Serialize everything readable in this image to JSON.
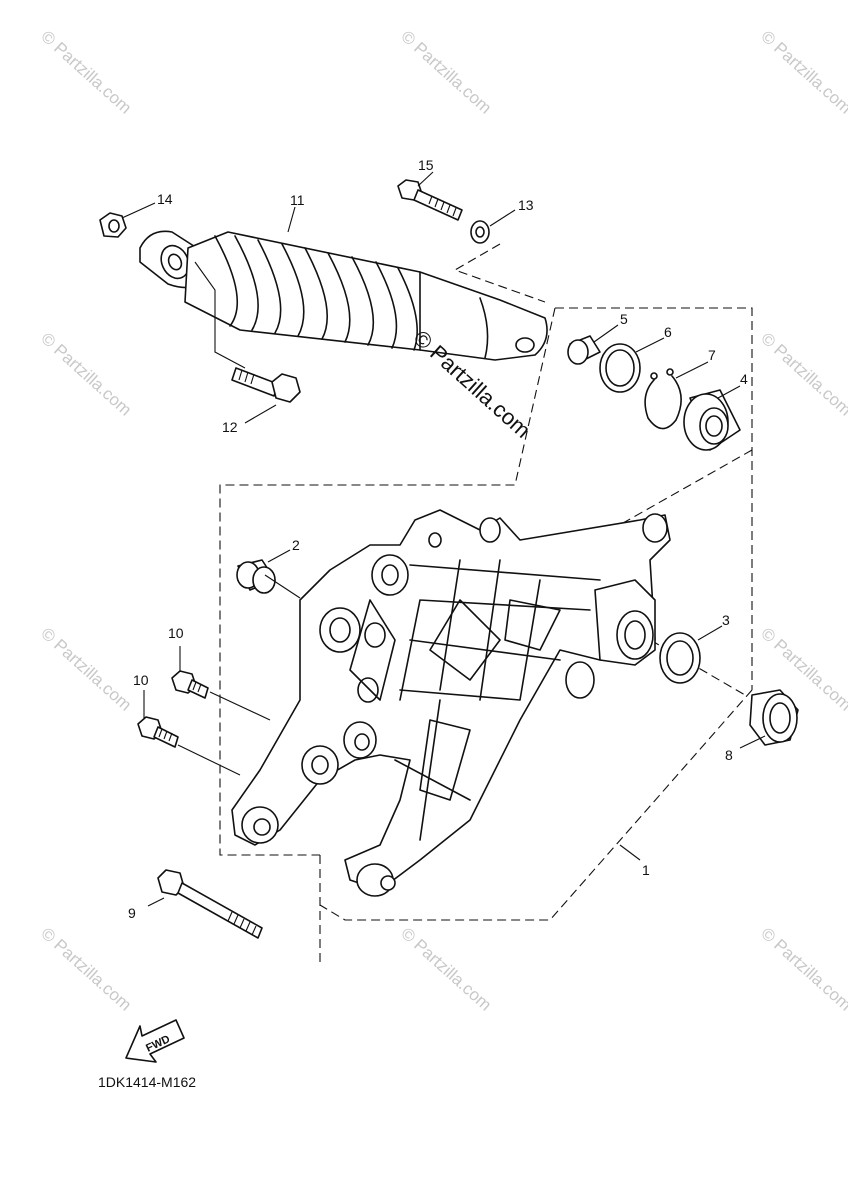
{
  "watermark": {
    "text": "© Partzilla.com",
    "main_text": "© Partzilla.com"
  },
  "diagram_code": "1DK1414-M162",
  "fwd_label": "FWD",
  "callouts": {
    "p1": "1",
    "p2": "2",
    "p3": "3",
    "p4": "4",
    "p5": "5",
    "p6": "6",
    "p7": "7",
    "p8": "8",
    "p9": "9",
    "p10a": "10",
    "p10b": "10",
    "p11": "11",
    "p12": "12",
    "p13": "13",
    "p14": "14",
    "p15": "15"
  },
  "colors": {
    "line": "#111111",
    "watermark": "#c8c8c8",
    "background": "#ffffff"
  }
}
